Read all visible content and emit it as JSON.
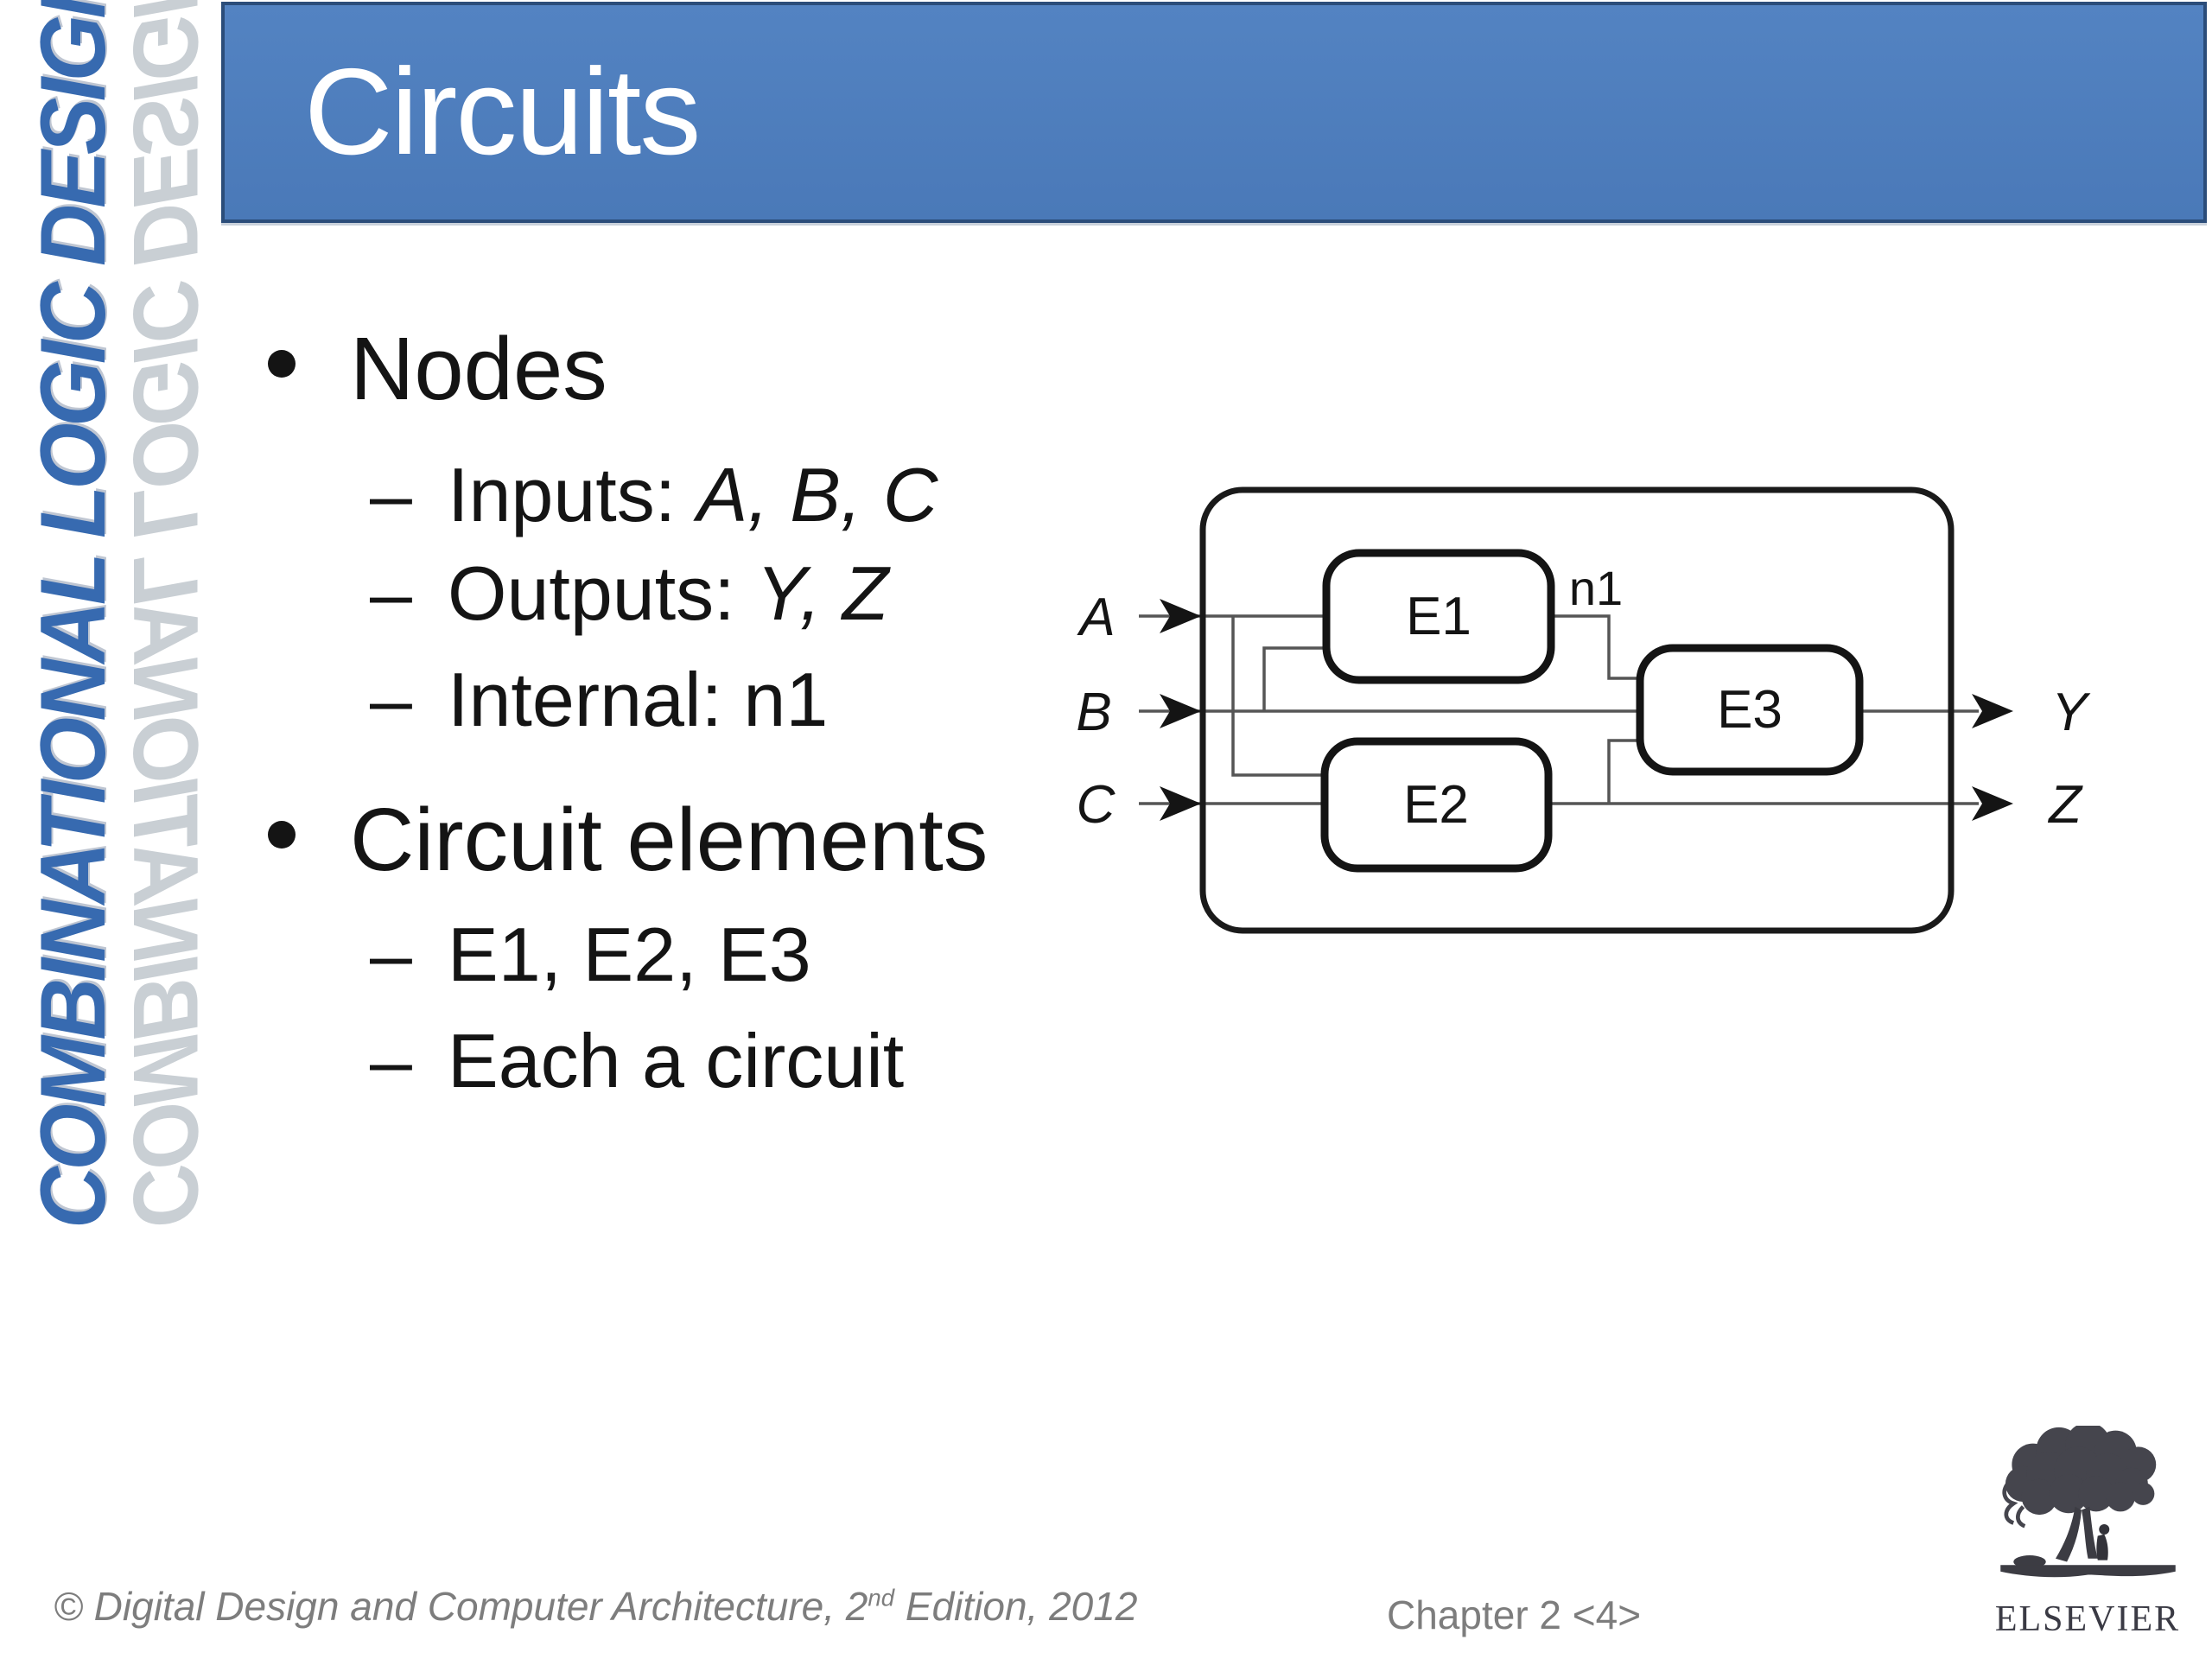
{
  "slide": {
    "title": "Circuits"
  },
  "sidebar": {
    "vertical_text": "COMBINATIONAL LOGIC DESIGN"
  },
  "content": {
    "dash": "–",
    "bullet1": "Nodes",
    "bullet1_subs": [
      {
        "pre": "Inputs: ",
        "em": "A, B, C"
      },
      {
        "pre": "Outputs: ",
        "em": "Y, Z"
      },
      {
        "pre": "Internal: n1",
        "em": ""
      }
    ],
    "bullet2": "Circuit elements",
    "bullet2_subs": [
      {
        "pre": "E1, E2, E3",
        "em": ""
      },
      {
        "pre": "Each a circuit",
        "em": ""
      }
    ]
  },
  "diagram": {
    "inputs": [
      "A",
      "B",
      "C"
    ],
    "outputs": [
      "Y",
      "Z"
    ],
    "elements": [
      "E1",
      "E2",
      "E3"
    ],
    "internal_node": "n1"
  },
  "footer": {
    "copyright_pre": "© Digital Design and Computer Architecture, 2",
    "copyright_sup": "nd",
    "copyright_post": " Edition, 2012",
    "chapter": "Chapter 2 <4>"
  },
  "logo": {
    "text": "ELSEVIER"
  },
  "colors": {
    "header_fill": "#4C7EBD",
    "header_border": "#2B4D7A",
    "sidebar_blue": "#376AB0",
    "sidebar_reflection": "#A9B2BA",
    "text_black": "#141414",
    "wire_gray": "#555555",
    "footer_gray": "#7D7D7D"
  }
}
